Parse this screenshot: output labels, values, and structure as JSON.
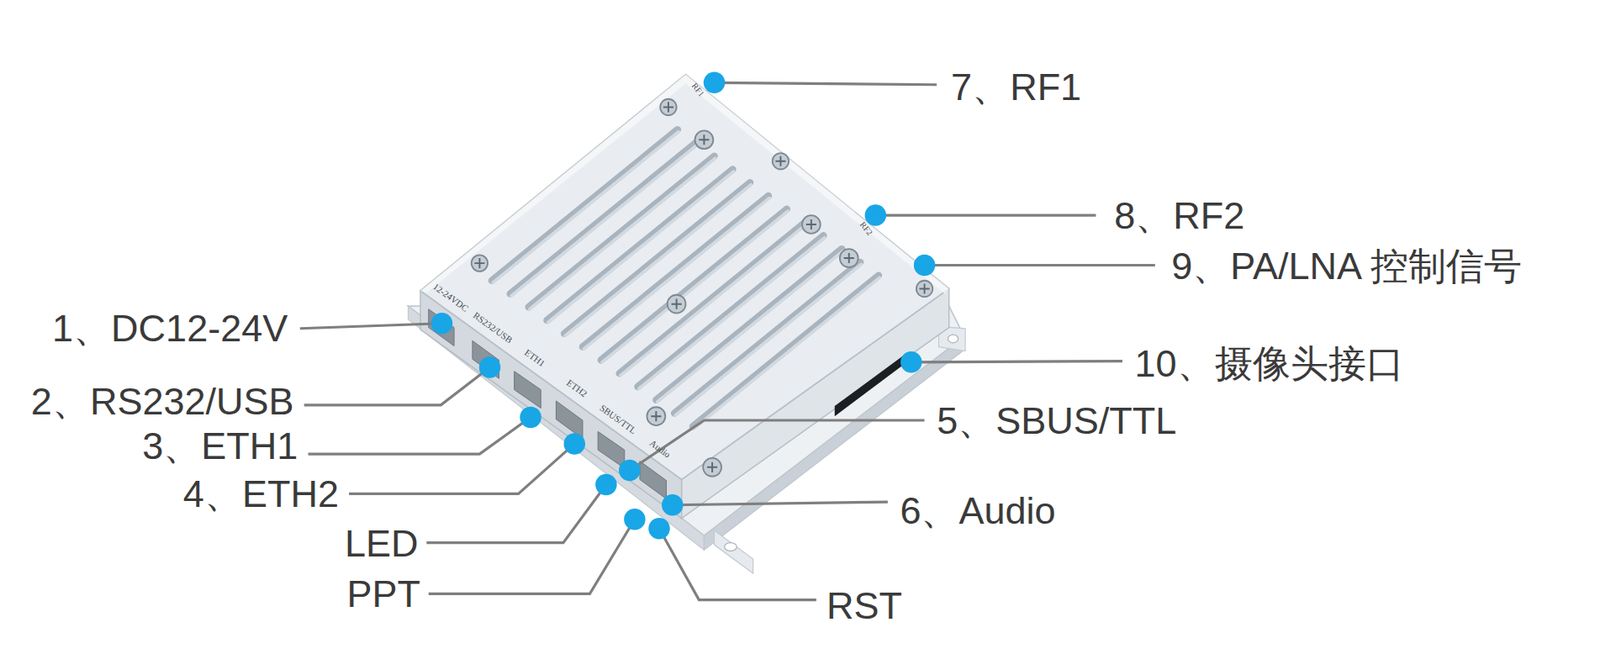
{
  "diagram": {
    "labels": [
      "7、RF1",
      "8、RF2",
      "9、PA/LNA 控制信号",
      "1、DC12-24V",
      "10、摄像头接口",
      "2、RS232/USB",
      "5、SBUS/TTL",
      "3、ETH1",
      "4、ETH2",
      "6、Audio",
      "LED",
      "PPT",
      "RST",
      "RF1",
      "RF2",
      "12-24VDC",
      "RS232/USB",
      "ETH1",
      "ETH2",
      "SBUS/TTL",
      "Audio"
    ]
  }
}
